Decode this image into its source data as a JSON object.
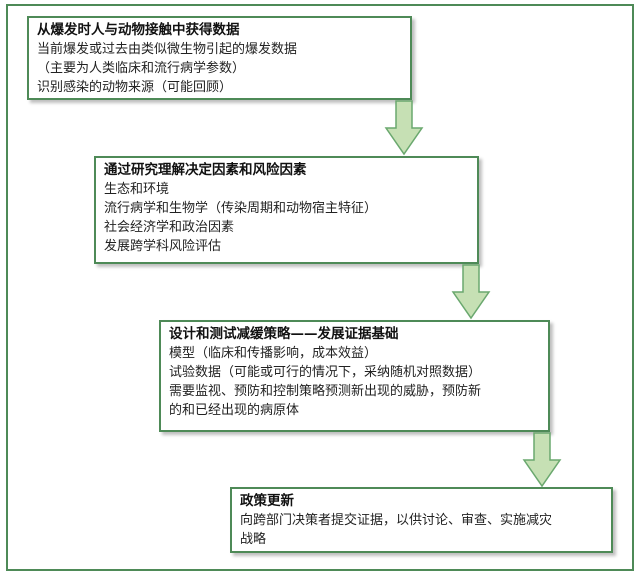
{
  "boxes": [
    {
      "title": "从爆发时人与动物接触中获得数据",
      "lines": [
        "当前爆发或过去由类似微生物引起的爆发数据",
        "（主要为人类临床和流行病学参数）",
        "识别感染的动物来源（可能回顾）"
      ]
    },
    {
      "title": "通过研究理解决定因素和风险因素",
      "lines": [
        "生态和环境",
        "流行病学和生物学（传染周期和动物宿主特征）",
        "社会经济学和政治因素",
        "发展跨学科风险评估"
      ]
    },
    {
      "title": "设计和测试减缓策略——发展证据基础",
      "lines": [
        "模型（临床和传播影响，成本效益）",
        "试验数据（可能或可行的情况下，采纳随机对照数据）",
        "需要监视、预防和控制策略预测新出现的威胁，预防新",
        "的和已经出现的病原体"
      ]
    },
    {
      "title": "政策更新",
      "lines": [
        "向跨部门决策者提交证据，以供讨论、审查、实施减灾",
        "战略"
      ]
    }
  ],
  "colors": {
    "border": "#4e8a57",
    "arrow_fill": "#c6e0b4",
    "arrow_stroke": "#6aa86e"
  }
}
